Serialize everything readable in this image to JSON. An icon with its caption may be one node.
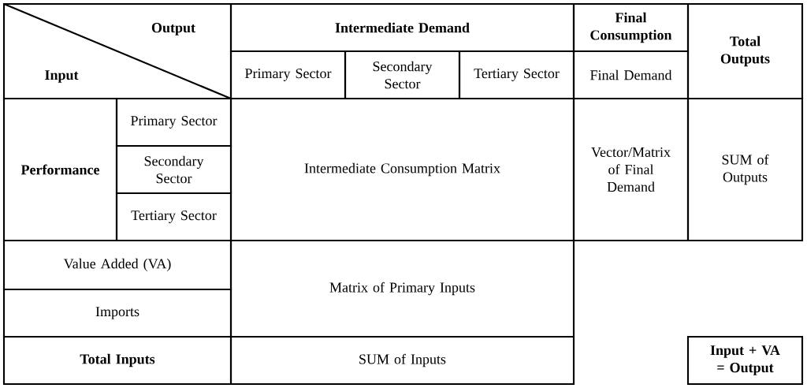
{
  "diagram": {
    "nodes": [
      {
        "text": [
          "Input + VA = Output"
        ]
      }
    ],
    "labels": [
      "Output",
      "Intermediate Demand",
      "Final Consumption",
      "Total Outputs",
      "Input",
      "Primary Sector",
      "Secondary Sector",
      "Tertiary Sector",
      "Final Demand",
      "Primary Sector",
      "Performance",
      "Secondary Sector",
      "Intermediate Consumption Matrix",
      "Vector/Matrix of Final Demand",
      "SUM of Outputs",
      "Tertiary Sector",
      "Value Added (VA)",
      "Matrix of Primary Inputs",
      "Imports",
      "Total Inputs",
      "SUM of Inputs"
    ]
  }
}
